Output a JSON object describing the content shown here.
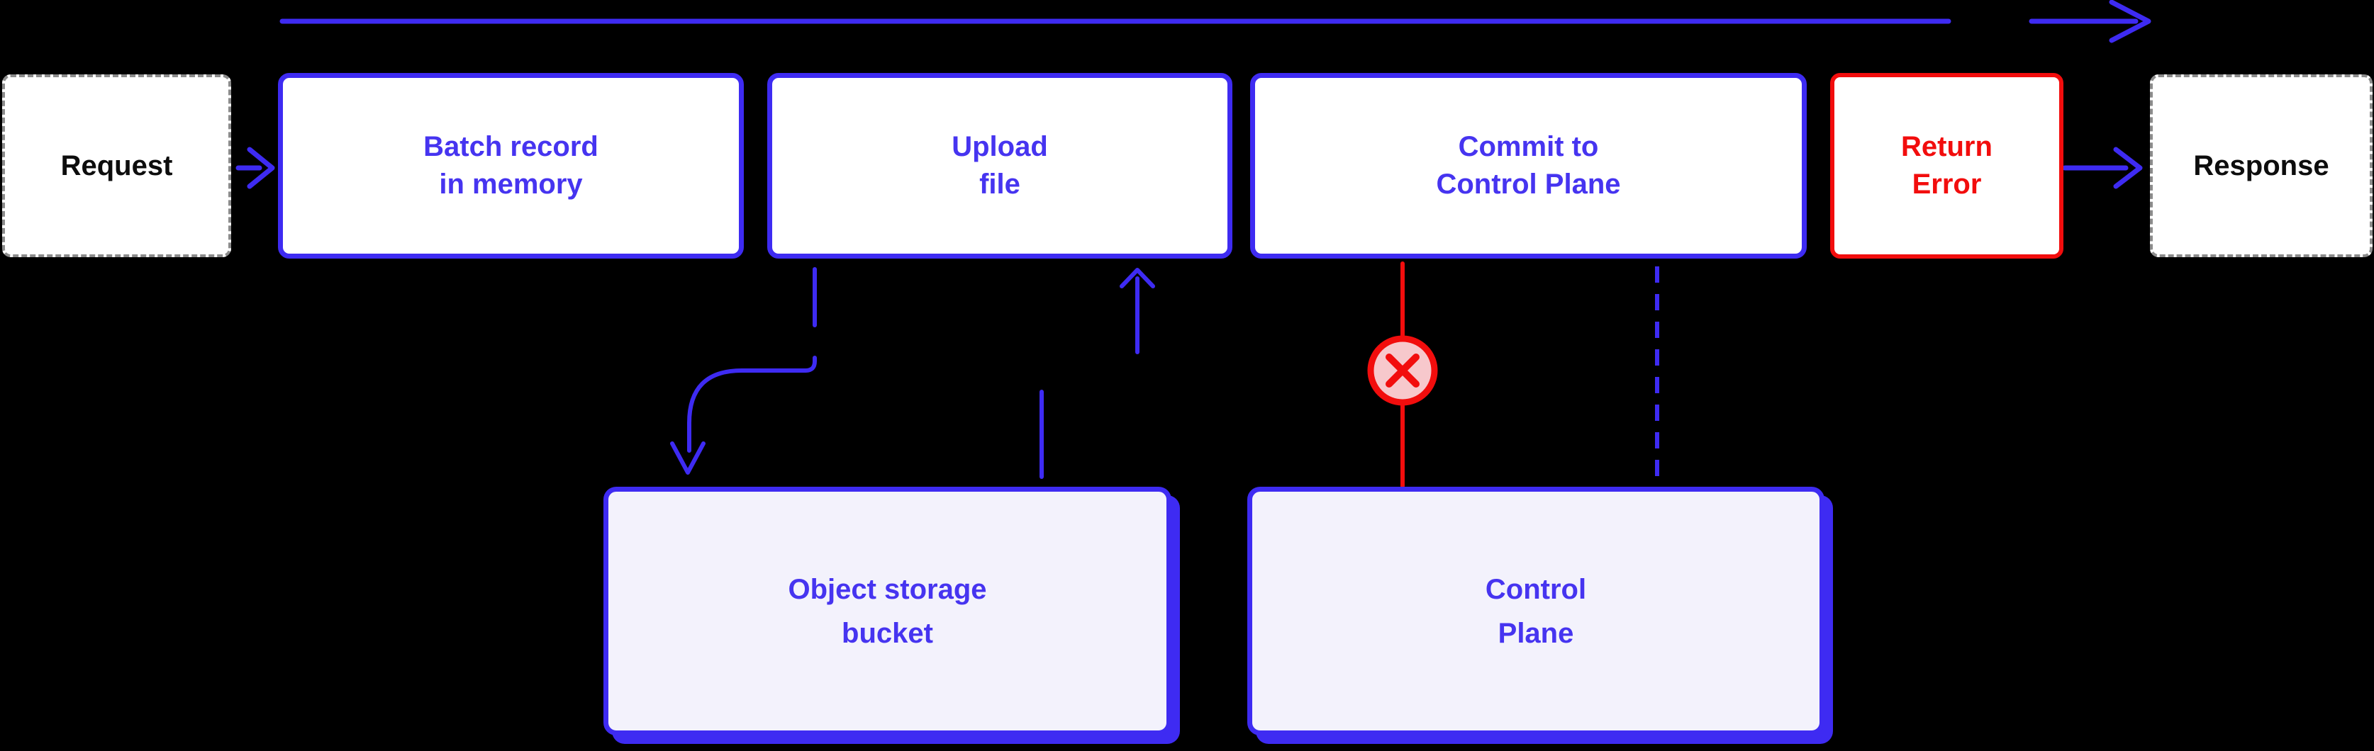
{
  "colors": {
    "accent": "#3e2bf2",
    "indigo_text": "#4634f0",
    "red": "#f20d0d",
    "pink": "#f7c8cc",
    "lavender": "#f3f2fc",
    "dash_gray": "#8c8c8c",
    "ink": "#0d0d0d",
    "bg": "#000000",
    "white": "#ffffff"
  },
  "nodes": {
    "request": {
      "label": "Request"
    },
    "batch": {
      "line1": "Batch record",
      "line2": "in memory"
    },
    "upload": {
      "line1": "Upload",
      "line2": "file"
    },
    "commit": {
      "line1": "Commit to",
      "line2": "Control Plane"
    },
    "error": {
      "line1": "Return",
      "line2": "Error"
    },
    "response": {
      "label": "Response"
    },
    "bucket": {
      "line1": "Object storage",
      "line2": "bucket"
    },
    "control_plane": {
      "line1": "Control",
      "line2": "Plane"
    }
  },
  "icons": {
    "failure_marker": "x-in-circle"
  }
}
